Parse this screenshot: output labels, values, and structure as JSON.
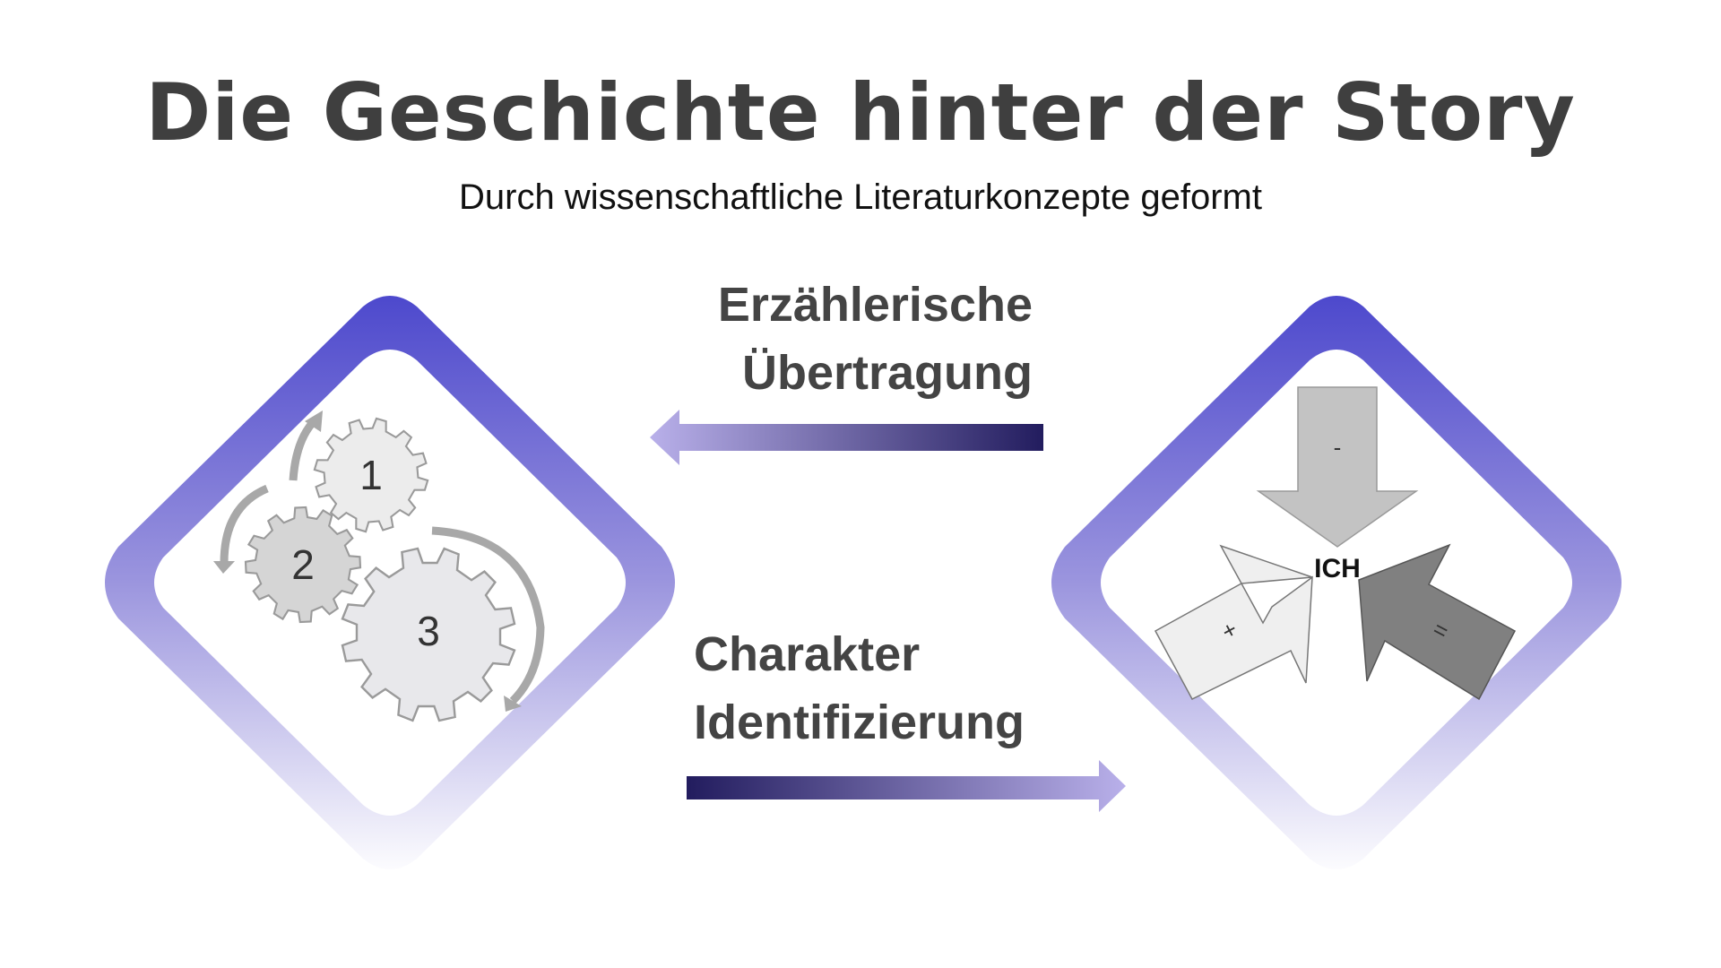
{
  "slide": {
    "title": "Die Geschichte hinter der Story",
    "subtitle": "Durch wissenschaftliche Literaturkonzepte geformt"
  },
  "arrows": {
    "top_label": [
      "Erzählerische",
      "Übertragung"
    ],
    "bottom_label": [
      "Charakter",
      "Identifizierung"
    ]
  },
  "left_diamond": {
    "gears": [
      "1",
      "2",
      "3"
    ]
  },
  "right_diamond": {
    "center": "ICH",
    "arrow_symbols": {
      "top": "-",
      "left": "+",
      "right": "="
    }
  },
  "colors": {
    "frame_top": "#4a46cc",
    "frame_bottom": "#ffffff",
    "arrow_dark": "#221c5e",
    "arrow_light": "#b3a9e6",
    "title": "#3f3f3f",
    "gear_light": "#ebebeb",
    "gear_mid": "#d4d4d4",
    "gear_stroke": "#9a9a9a"
  },
  "icons": [
    "gears-cycle-icon",
    "converging-arrows-icon",
    "arrow-left-icon",
    "arrow-right-icon"
  ]
}
